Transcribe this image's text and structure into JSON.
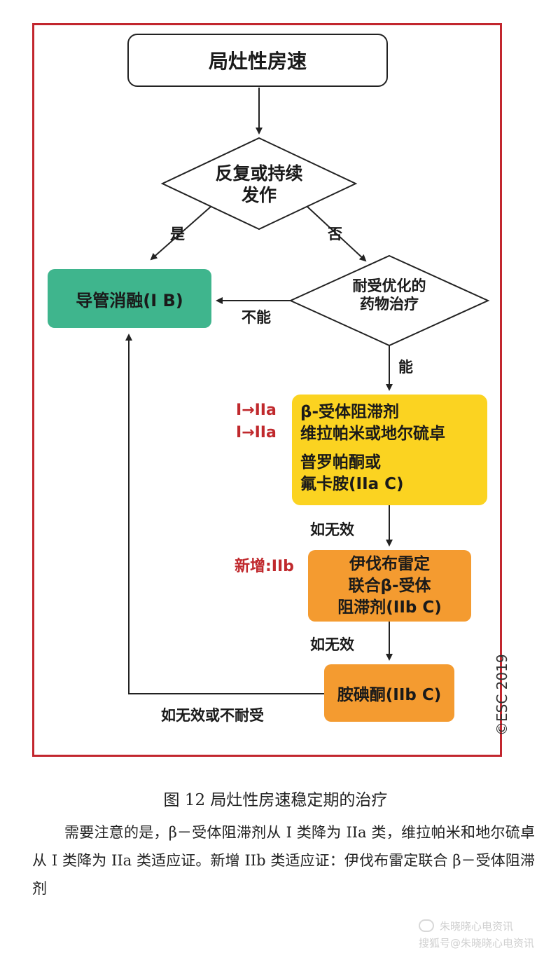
{
  "flowchart": {
    "start": "局灶性房速",
    "decision1": [
      "反复或持续",
      "发作"
    ],
    "yes": "是",
    "no": "否",
    "ablation": "导管消融(I B)",
    "decision2": [
      "耐受优化的",
      "药物治疗"
    ],
    "cannot": "不能",
    "can": "能",
    "class_change_1": "I→IIa",
    "class_change_2": "I→IIa",
    "drug_box": {
      "line1": "β-受体阻滞剂",
      "line2": "维拉帕米或地尔硫卓",
      "line3": "普罗帕酮或",
      "line4": "氟卡胺(IIa C)"
    },
    "if_ineffective_1": "如无效",
    "new_label": "新增:IIb",
    "ivabradine_box": [
      "伊伐布雷定",
      "联合β-受体",
      "阻滞剂(IIb C)"
    ],
    "if_ineffective_2": "如无效",
    "amiodarone": "胺碘酮(IIb C)",
    "ineffective_or_intolerant": "如无效或不耐受",
    "copyright": "©ESC 2019"
  },
  "caption": "图 12  局灶性房速稳定期的治疗",
  "note": "需要注意的是，β－受体阻滞剂从 I 类降为 IIa 类，维拉帕米和地尔硫卓从 I 类降为 IIa 类适应证。新增 IIb 类适应证：伊伐布雷定联合 β－受体阻滞剂",
  "watermark": {
    "line1": "朱晓晓心电资讯",
    "line2": "搜狐号@朱晓晓心电资讯"
  },
  "colors": {
    "frame": "#c2262e",
    "ablation": "#3fb58d",
    "drug_box": "#fbd321",
    "orange": "#f49b30",
    "red_text": "#c0292d"
  }
}
